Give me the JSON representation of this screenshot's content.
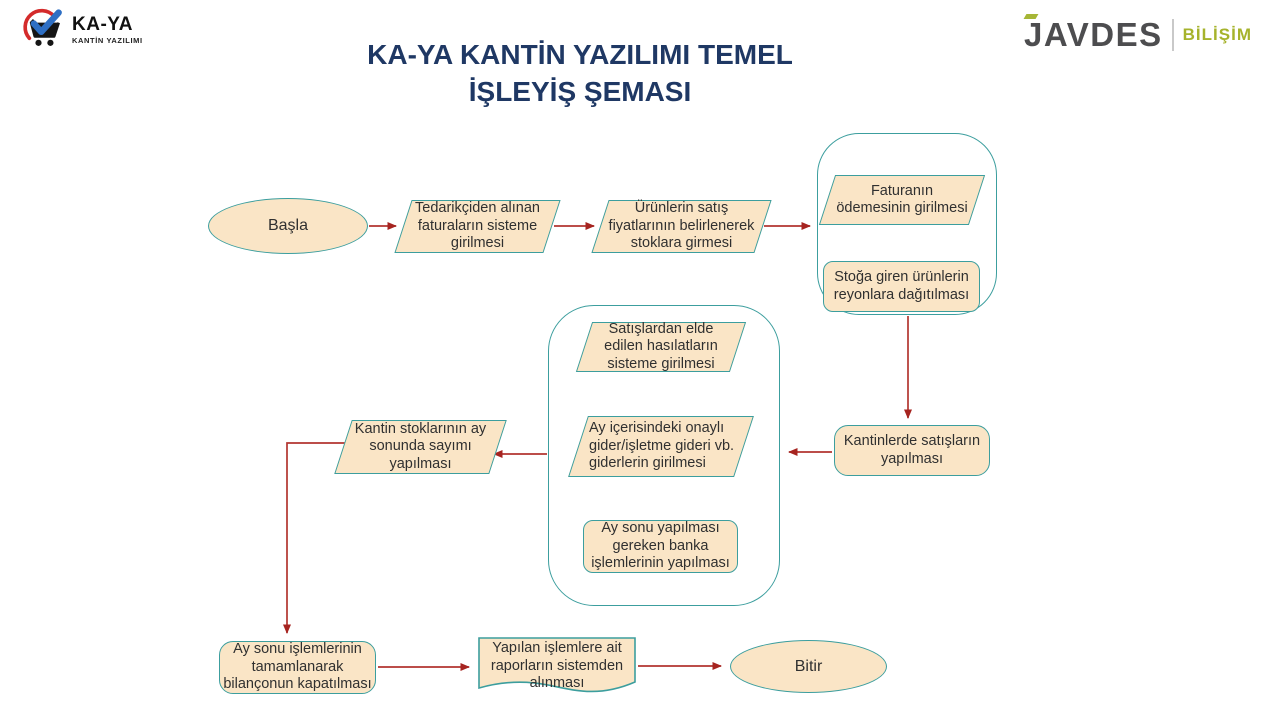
{
  "header": {
    "kaya_logo": {
      "title": "KA-YA",
      "subtitle": "KANTİN YAZILIMI"
    },
    "title_line1": "KA-YA KANTİN YAZILIMI TEMEL",
    "title_line2": "İŞLEYİŞ ŞEMASI",
    "javdes_logo": {
      "title": "JAVDES",
      "suffix": "BİLİŞİM"
    }
  },
  "colors": {
    "title": "#1F3864",
    "shape_fill": "#FAE5C6",
    "shape_border": "#3C9E9E",
    "arrow": "#B23530",
    "javdes_gray": "#4D4D4F",
    "javdes_green": "#A6B32C"
  },
  "flowchart": {
    "nodes": {
      "start": "Başla",
      "supplier_invoices": "Tedarikçiden alınan faturaların sisteme girilmesi",
      "sales_prices": "Ürünlerin satış fiyatlarının belirlenerek stoklara girmesi",
      "invoice_payment": "Faturanın ödemesinin girilmesi",
      "shelf_distribution": "Stoğa giren ürünlerin reyonlara dağıtılması",
      "canteen_sales": "Kantinlerde satışların yapılması",
      "revenue_entry": "Satışlardan elde edilen hasılatların sisteme girilmesi",
      "expense_entry": "Ay içerisindeki onaylı gider/işletme gideri vb. giderlerin girilmesi",
      "bank_transactions": "Ay sonu yapılması gereken banka işlemlerinin yapılması",
      "stock_count": "Kantin stoklarının ay sonunda sayımı yapılması",
      "month_end_close": "Ay sonu işlemlerinin tamamlanarak bilançonun kapatılması",
      "reports": "Yapılan işlemlere ait raporların sistemden alınması",
      "end": "Bitir"
    },
    "edges": [
      {
        "from": "start",
        "to": "supplier_invoices"
      },
      {
        "from": "supplier_invoices",
        "to": "sales_prices"
      },
      {
        "from": "sales_prices",
        "to": "payment_group"
      },
      {
        "from": "payment_group",
        "to": "canteen_sales"
      },
      {
        "from": "canteen_sales",
        "to": "month_group"
      },
      {
        "from": "month_group",
        "to": "stock_count"
      },
      {
        "from": "stock_count",
        "to": "month_end_close"
      },
      {
        "from": "month_end_close",
        "to": "reports"
      },
      {
        "from": "reports",
        "to": "end"
      }
    ]
  }
}
